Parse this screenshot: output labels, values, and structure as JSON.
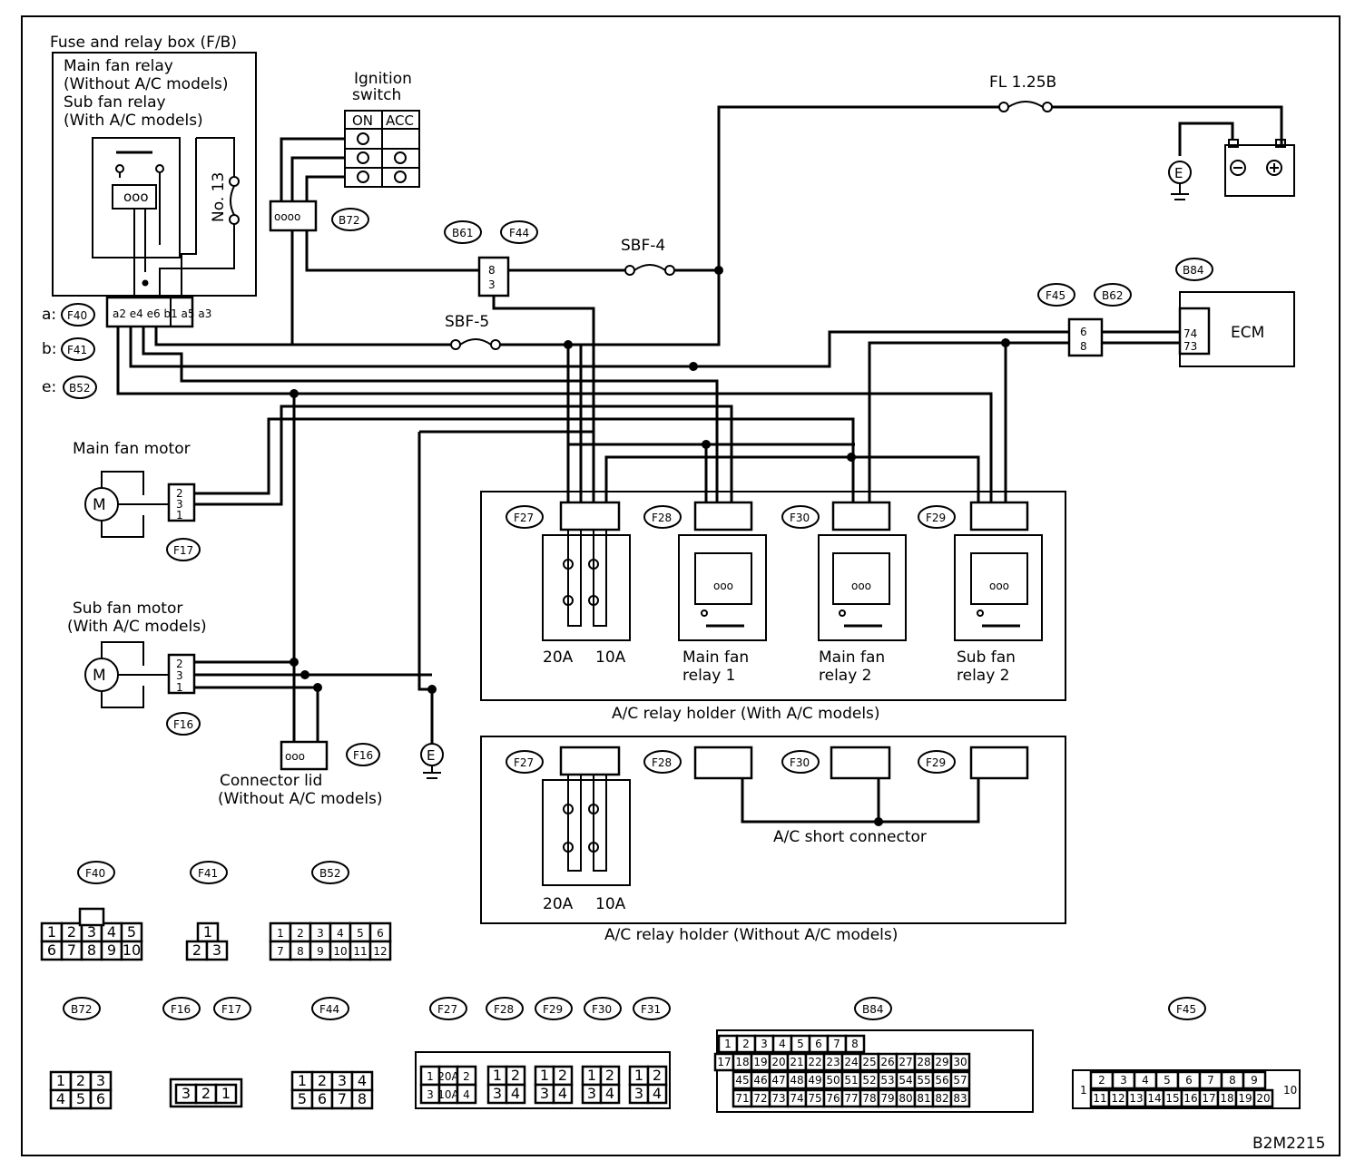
{
  "diagram_id": "B2M2215",
  "fuse_relay_box": {
    "title": "Fuse and relay box (F/B)",
    "lines": [
      "Main fan relay",
      "(Without A/C models)",
      "Sub fan relay",
      "(With A/C models)"
    ],
    "fuse": "No. 13"
  },
  "ignition": {
    "title": [
      "Ignition",
      "switch"
    ],
    "on": "ON",
    "acc": "ACC"
  },
  "fuses": {
    "fl": "FL 1.25B",
    "sbf4": "SBF-4",
    "sbf5": "SBF-5"
  },
  "ecm": "ECM",
  "earth": "E",
  "conn_labels": {
    "a": "a:",
    "b": "b:",
    "e": "e:"
  },
  "tags": {
    "F40": "F40",
    "F41": "F41",
    "B52": "B52",
    "B72": "B72",
    "B61": "B61",
    "F44": "F44",
    "F45": "F45",
    "B62": "B62",
    "B84": "B84",
    "F17": "F17",
    "F16": "F16",
    "F27": "F27",
    "F28": "F28",
    "F30": "F30",
    "F29": "F29",
    "F31": "F31"
  },
  "motors": {
    "main": "Main fan motor",
    "sub": [
      "Sub fan motor",
      "(With A/C models)"
    ]
  },
  "connector_lid": [
    "Connector lid",
    "(Without A/C models)"
  ],
  "ac_holder": {
    "with": "A/C relay holder (With A/C models)",
    "without": "A/C relay holder (Without A/C models)",
    "short_connector": "A/C short connector",
    "fuse_20a": "20A",
    "fuse_10a": "10A",
    "relays": [
      [
        "Main fan",
        "relay 1"
      ],
      [
        "Main fan",
        "relay 2"
      ],
      [
        "Sub fan",
        "relay 2"
      ]
    ]
  },
  "pins": {
    "p2": "2",
    "p3": "3",
    "p1": "1",
    "p8": "8",
    "p6": "6",
    "p74": "74",
    "p73": "73"
  },
  "connector_faces": {
    "F40": {
      "top": [
        "1",
        "2",
        "3",
        "4",
        "5"
      ],
      "bottom": [
        "6",
        "7",
        "8",
        "9",
        "10"
      ]
    },
    "F41": {
      "top": [
        "1"
      ],
      "bottom": [
        "2",
        "3"
      ]
    },
    "B52": {
      "top": [
        "1",
        "2",
        "3",
        "4",
        "5",
        "6"
      ],
      "bottom": [
        "7",
        "8",
        "9",
        "10",
        "11",
        "12"
      ]
    },
    "B72": {
      "top": [
        "1",
        "2",
        "3"
      ],
      "bottom": [
        "4",
        "5",
        "6"
      ]
    },
    "F16_F17": [
      "3",
      "2",
      "1"
    ],
    "F44": {
      "top": [
        "1",
        "2",
        "3",
        "4"
      ],
      "bottom": [
        "5",
        "6",
        "7",
        "8"
      ]
    },
    "F27": {
      "top": [
        "1",
        "20A",
        "2"
      ],
      "bottom": [
        "3",
        "10A",
        "4"
      ]
    },
    "relay_face": {
      "top": [
        "1",
        "2"
      ],
      "bottom": [
        "3",
        "4"
      ]
    },
    "B84": {
      "r1": [
        "1",
        "2",
        "3",
        "4",
        "5",
        "6",
        "7",
        "8"
      ],
      "r2": [
        "17",
        "18",
        "19",
        "20",
        "21",
        "22",
        "23",
        "24",
        "25",
        "26",
        "27",
        "28",
        "29",
        "30"
      ],
      "r3": [
        "45",
        "46",
        "47",
        "48",
        "49",
        "50",
        "51",
        "52",
        "53",
        "54",
        "55",
        "56",
        "57"
      ],
      "r4": [
        "71",
        "72",
        "73",
        "74",
        "75",
        "76",
        "77",
        "78",
        "79",
        "80",
        "81",
        "82",
        "83"
      ]
    },
    "F45": {
      "left": "1",
      "right": "10",
      "top": [
        "2",
        "3",
        "4",
        "5",
        "6",
        "7",
        "8",
        "9"
      ],
      "bottom": [
        "11",
        "12",
        "13",
        "14",
        "15",
        "16",
        "17",
        "18",
        "19",
        "20"
      ]
    }
  }
}
